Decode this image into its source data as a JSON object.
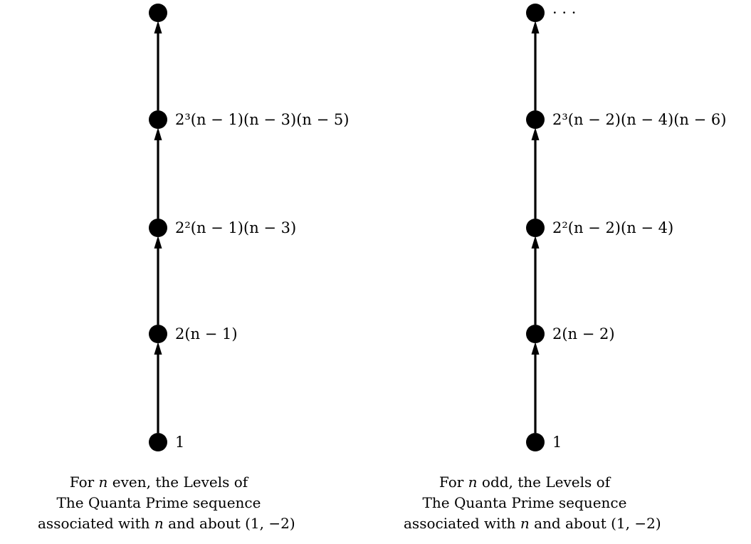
{
  "diagrams": [
    {
      "name": "even",
      "nodes": [
        {
          "label": "1"
        },
        {
          "label": "2(n − 1)"
        },
        {
          "label": "2²(n − 1)(n − 3)"
        },
        {
          "label": "2³(n − 1)(n − 3)(n − 5)"
        },
        {
          "label": ""
        }
      ],
      "caption": [
        "For n even, the Levels of",
        "The Quanta Prime sequence",
        "associated with n and about (1, −2)"
      ]
    },
    {
      "name": "odd",
      "nodes": [
        {
          "label": "1"
        },
        {
          "label": "2(n − 2)"
        },
        {
          "label": "2²(n − 2)(n − 4)"
        },
        {
          "label": "2³(n − 2)(n − 4)(n − 6)"
        },
        {
          "label": "· · ·"
        }
      ],
      "caption": [
        "For n odd, the Levels of",
        "The Quanta Prime sequence",
        "associated with n and about (1, −2)"
      ]
    }
  ],
  "colors": {
    "node": "#000000",
    "edge": "#000000",
    "text": "#000000"
  }
}
